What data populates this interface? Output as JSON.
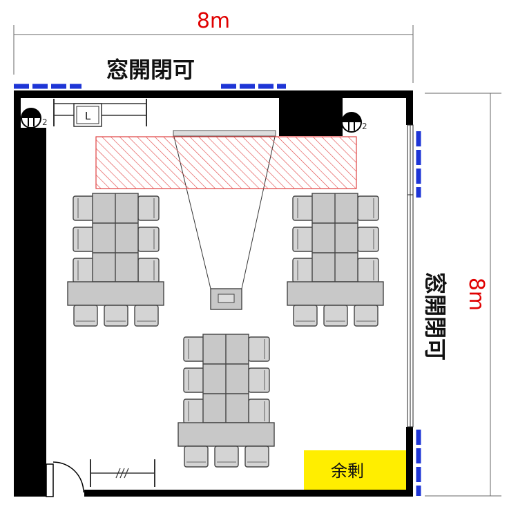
{
  "dimensions": {
    "width_label": "8m",
    "depth_label": "8m"
  },
  "windows": {
    "top_label": "窓開閉可",
    "right_label": "窓開閉可"
  },
  "outlets": {
    "left_label": "2",
    "right_label": "2"
  },
  "lectern_label": "L",
  "surplus_label": "余剰",
  "colors": {
    "dimension_text": "#e00000",
    "wall": "#000000",
    "window_marker": "#1e35d6",
    "hatch_stroke": "#e04040",
    "surplus_fill": "#ffee00",
    "furniture_fill": "#c8c8c8"
  }
}
